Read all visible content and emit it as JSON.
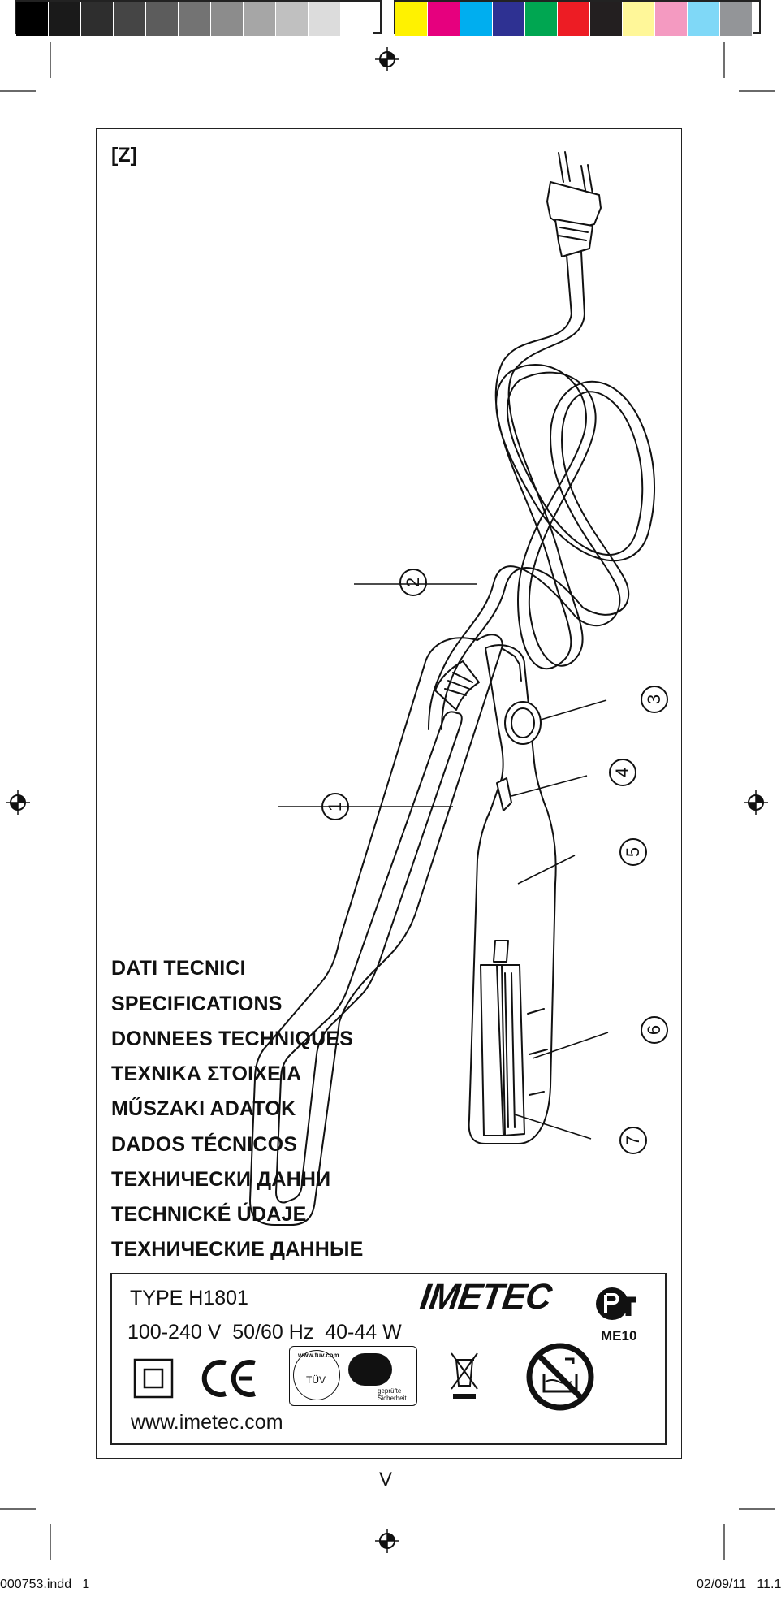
{
  "colors": {
    "grayscale_bar": [
      "#000000",
      "#1a1a1a",
      "#2e2e2e",
      "#454545",
      "#5c5c5c",
      "#737373",
      "#8c8c8c",
      "#a6a6a6",
      "#c0c0c0",
      "#dcdcdc",
      "#ffffff"
    ],
    "color_bar": [
      "#fff200",
      "#e6007e",
      "#00aeef",
      "#2e3192",
      "#00a651",
      "#ed1c24",
      "#231f20",
      "#fff799",
      "#f49ac1",
      "#7fd8f7",
      "#939598"
    ]
  },
  "page": {
    "section_label": "[Z]",
    "page_number": "V"
  },
  "diagram": {
    "callouts": [
      "1",
      "2",
      "3",
      "4",
      "5",
      "6",
      "7"
    ],
    "icons": [
      "hair-straightener-illustration",
      "power-plug-icon"
    ]
  },
  "specs_headings": [
    "DATI TECNICI",
    "SPECIFICATIONS",
    "DONNEES TECHNIQUES",
    "ΤΕΧΝΙΚΑ ΣΤΟΙΧΕΙΑ",
    "MŰSZAKI ADATOK",
    "DADOS TÉCNICOS",
    "ТЕХНИЧЕСКИ ДАННИ",
    "TECHNICKÉ ÚDAJE",
    "ТЕХНИЧЕСКИЕ ДАННЫЕ"
  ],
  "label_plate": {
    "type": "TYPE H1801",
    "electrical": "100-240 V  50/60 Hz  40-44 W",
    "brand": "IMETEC",
    "cert_code": "ME10",
    "tuv_url": "www.tuv.com",
    "tuv_mark": "TÜV",
    "gs_caption_1": "geprüfte",
    "gs_caption_2": "Sicherheit",
    "ce_mark": "CE",
    "website": "www.imetec.com",
    "icons": [
      "class-ii-double-insulation-icon",
      "ce-mark-icon",
      "tuv-gs-certification-icon",
      "weee-crossed-bin-icon",
      "no-water-bath-icon",
      "gost-r-certification-icon"
    ]
  },
  "footer": {
    "file_name": "000753.indd   1",
    "timestamp": "02/09/11   11.1"
  }
}
